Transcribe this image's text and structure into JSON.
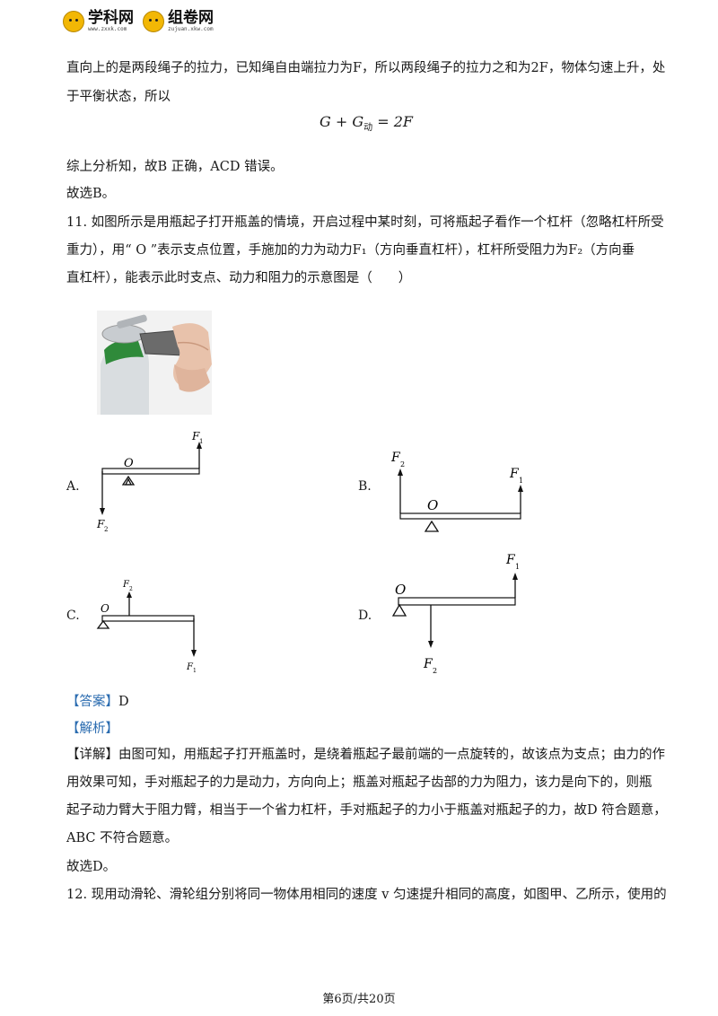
{
  "header": {
    "logo1_text": "学科网",
    "logo1_url": "www.zxxk.com",
    "logo2_text": "组卷网",
    "logo2_url": "zujuan.xkw.com"
  },
  "prev": {
    "line1": "直向上的是两段绳子的拉力，已知绳自由端拉力为F，所以两段绳子的拉力之和为2F，物体匀速上升，处",
    "line2": "于平衡状态，所以",
    "formula_left": "G + G",
    "formula_sub": "动",
    "formula_right": " = 2F",
    "line3": "综上分析知，故B 正确，ACD 错误。",
    "line4": "故选B。"
  },
  "q11": {
    "line1": "11. 如图所示是用瓶起子打开瓶盖的情境，开启过程中某时刻，可将瓶起子看作一个杠杆（忽略杠杆所受",
    "line2": "重力），用“ O ”表示支点位置，手施加的力为动力F₁（方向垂直杠杆），杠杆所受阻力为F₂（方向垂",
    "line3": "直杠杆），能表示此时支点、动力和阻力的示意图是（　　）",
    "options": [
      "A.",
      "B.",
      "C.",
      "D."
    ],
    "label_O": "O",
    "label_F": "F",
    "sub1": "1",
    "sub2": "2"
  },
  "answer": {
    "tag": "【答案】",
    "value": "D",
    "analysis_tag": "【解析】",
    "detail_tag": "【详解】",
    "detail1": "由图可知，用瓶起子打开瓶盖时，是绕着瓶起子最前端的一点旋转的，故该点为支点；由力的作",
    "detail2": "用效果可知，手对瓶起子的力是动力，方向向上；瓶盖对瓶起子齿部的力为阻力，该力是向下的，则瓶",
    "detail3": "起子动力臂大于阻力臂，相当于一个省力杠杆，手对瓶起子的力小于瓶盖对瓶起子的力，故D 符合题意，",
    "detail4": "ABC 不符合题意。",
    "conclusion": "故选D。"
  },
  "q12": {
    "line1": "12. 现用动滑轮、滑轮组分别将同一物体用相同的速度 v 匀速提升相同的高度，如图甲、乙所示，使用的"
  },
  "footer": {
    "page": "第6页/共20页"
  }
}
